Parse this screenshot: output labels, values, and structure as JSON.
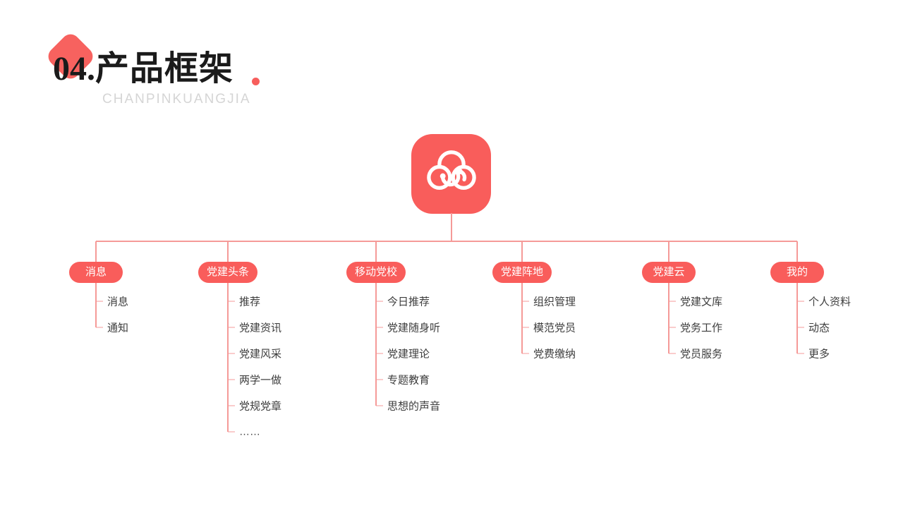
{
  "header": {
    "title_number": "04.",
    "title": "产品框架",
    "subtitle": "CHANPINKUANGJIA"
  },
  "colors": {
    "accent": "#f95d5b",
    "connector": "#f59a98",
    "pill_text": "#ffffff",
    "item_text": "#3d3d3d",
    "subtitle_text": "#d5d5d5",
    "title_text": "#1b1b1b"
  },
  "app_icon": {
    "name": "cloud-party-app-logo"
  },
  "tree": {
    "branches": [
      {
        "label": "消息",
        "children": [
          "消息",
          "通知"
        ]
      },
      {
        "label": "党建头条",
        "children": [
          "推荐",
          "党建资讯",
          "党建风采",
          "两学一做",
          "党规党章",
          "……"
        ]
      },
      {
        "label": "移动党校",
        "children": [
          "今日推荐",
          "党建随身听",
          "党建理论",
          "专题教育",
          "思想的声音"
        ]
      },
      {
        "label": "党建阵地",
        "children": [
          "组织管理",
          "模范党员",
          "党费缴纳"
        ]
      },
      {
        "label": "党建云",
        "children": [
          "党建文库",
          "党务工作",
          "党员服务"
        ]
      },
      {
        "label": "我的",
        "children": [
          "个人资料",
          "动态",
          "更多"
        ]
      }
    ]
  }
}
